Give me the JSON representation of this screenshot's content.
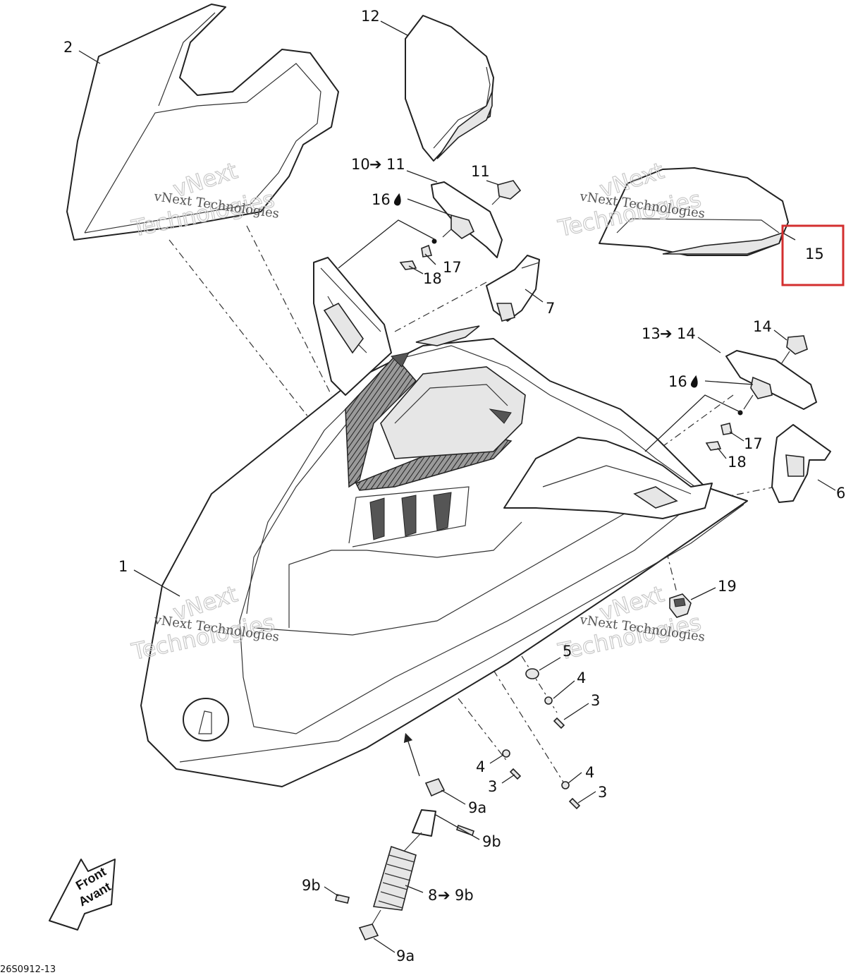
{
  "labels": {
    "l1": "1",
    "l2": "2",
    "l3a": "3",
    "l3b": "3",
    "l3c": "3",
    "l4a": "4",
    "l4b": "4",
    "l4c": "4",
    "l5": "5",
    "l6": "6",
    "l7": "7",
    "l8": "8",
    "l8arrow": "9b",
    "l9a_top": "9a",
    "l9a_bottom": "9a",
    "l9b_right": "9b",
    "l9b_left": "9b",
    "l10": "10",
    "l10arrow": "11",
    "l11": "11",
    "l12": "12",
    "l13": "13",
    "l13arrow": "14",
    "l14": "14",
    "l15": "15",
    "l16a": "16",
    "l16b": "16",
    "l17a": "17",
    "l17b": "17",
    "l18a": "18",
    "l18b": "18",
    "l19": "19"
  },
  "watermark": {
    "line1": "vNext Technologies",
    "line2": "vNext",
    "line3": "Technologies"
  },
  "front_arrow": {
    "line1": "Front",
    "line2": "Avant"
  },
  "drawing_code": "26S0912-13",
  "highlight": {
    "label": "15",
    "color": "#d32f2f"
  }
}
